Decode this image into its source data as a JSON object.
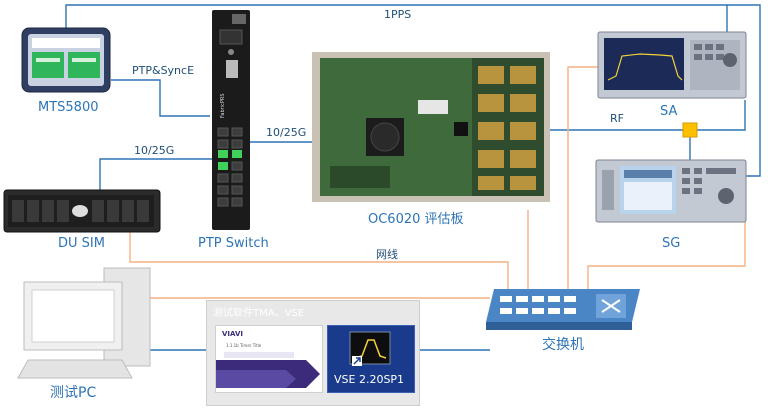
{
  "labels": {
    "mts": "MTS5800",
    "du_sim": "DU SIM",
    "ptp_switch": "PTP Switch",
    "oc6020": "OC6020 评估板",
    "sa": "SA",
    "sg": "SG",
    "switch": "交换机",
    "pc": "测试PC"
  },
  "links": {
    "pps": "1PPS",
    "ptp_synce": "PTP&SyncE",
    "link_25g_du": "10/25G",
    "link_25g_board": "10/25G",
    "rf": "RF",
    "ethernet": "网线"
  },
  "software": {
    "panel_title": "测试软件TMA、VSE",
    "tma_brand": "VIAVI",
    "tma_caption": "1.1.1b Timer Title",
    "vse_label": "VSE 2.20SP1"
  },
  "colors": {
    "blue_line": "#2e74b5",
    "orange_line": "#f4b183",
    "label_blue": "#2e74b5",
    "rf_connector": "#ffc000"
  }
}
